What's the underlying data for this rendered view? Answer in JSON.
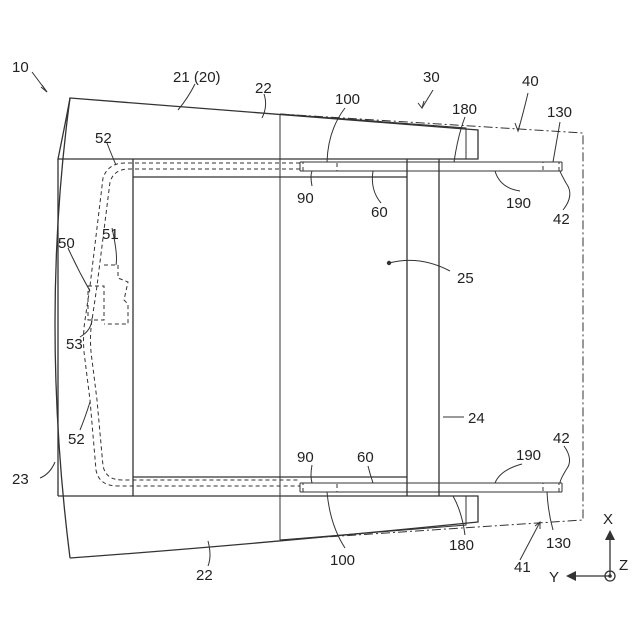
{
  "labels": {
    "l10": "10",
    "l21": "21 (20)",
    "l22_top": "22",
    "l22_bottom": "22",
    "l23": "23",
    "l24": "24",
    "l25": "25",
    "l30": "30",
    "l40": "40",
    "l41": "41",
    "l42_top": "42",
    "l42_bottom": "42",
    "l50": "50",
    "l51": "51",
    "l52_top": "52",
    "l52_bottom": "52",
    "l53": "53",
    "l60_top": "60",
    "l60_bottom": "60",
    "l90_top": "90",
    "l90_bottom": "90",
    "l100_top": "100",
    "l100_bottom": "100",
    "l130_top": "130",
    "l130_bottom": "130",
    "l180_top": "180",
    "l180_bottom": "180",
    "l190_top": "190",
    "l190_bottom": "190"
  },
  "axes": {
    "x": "X",
    "y": "Y",
    "z": "Z"
  }
}
